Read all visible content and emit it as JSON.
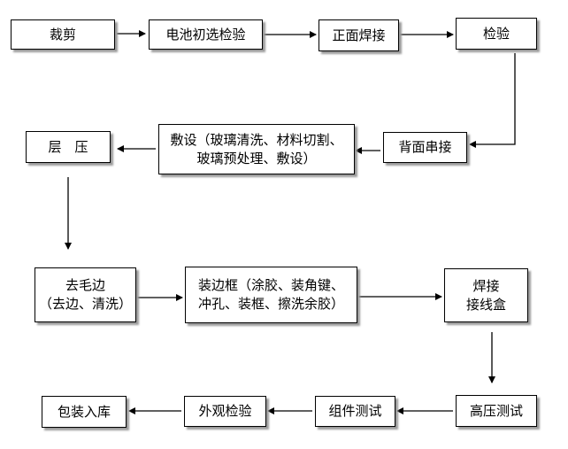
{
  "steps": {
    "cutting": "裁剪",
    "cell_inspection": "电池初选检验",
    "front_welding": "正面焊接",
    "inspection": "检验",
    "back_string": "背面串接",
    "laying_line1": "敷设（玻璃清洗、材料切割、",
    "laying_line2": "玻璃预处理、敷设）",
    "lamination": "层　压",
    "deburring_line1": "去毛边",
    "deburring_line2": "（去边、清洗）",
    "framing_line1": "装边框（涂胶、装角键、",
    "framing_line2": "冲孔、装框、擦洗余胶）",
    "junction_line1": "焊接",
    "junction_line2": "接线盒",
    "hipot_test": "高压测试",
    "module_test": "组件测试",
    "visual_inspection": "外观检验",
    "packing": "包装入库"
  },
  "colors": {
    "border": "#000000",
    "shadow": "#9a9a9a",
    "arrow": "#000000"
  }
}
